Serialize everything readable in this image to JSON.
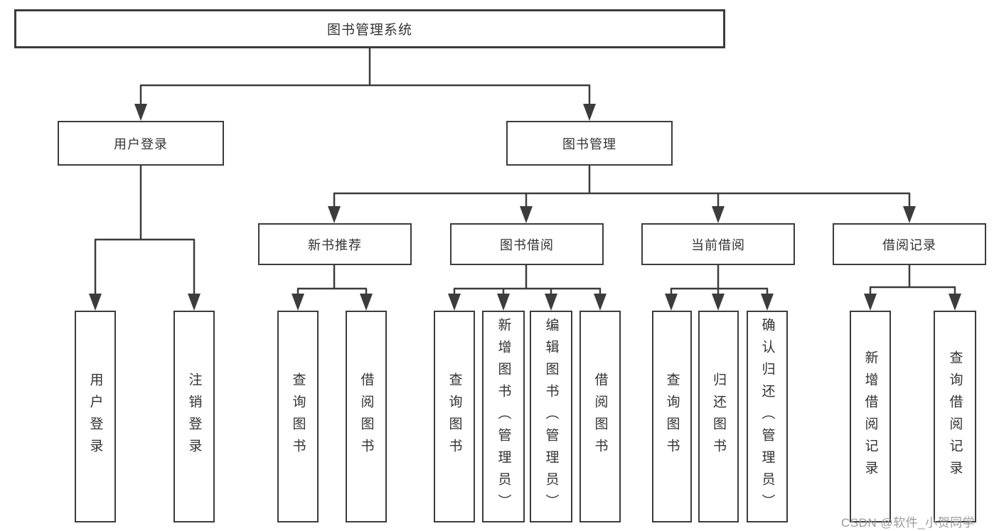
{
  "diagram": {
    "root": "图书管理系统",
    "branches": {
      "user_login": "用户登录",
      "book_management": "图书管理"
    },
    "modules": {
      "new_book_recommend": "新书推荐",
      "book_borrowing": "图书借阅",
      "current_borrowing": "当前借阅",
      "borrowing_records": "借阅记录"
    },
    "leaves": {
      "user_login": "用户登录",
      "logout_login": "注销登录",
      "query_books_recommend": "查询图书",
      "borrow_books_recommend": "借阅图书",
      "query_books_borrow": "查询图书",
      "add_books_admin": "新增图书（管理员）",
      "edit_books_admin": "编辑图书（管理员）",
      "borrow_books_borrow": "借阅图书",
      "query_books_current": "查询图书",
      "return_books": "归还图书",
      "confirm_return_admin": "确认归还（管理员）",
      "add_borrow_record": "新增借阅记录",
      "query_borrow_record": "查询借阅记录"
    }
  },
  "watermark": "CSDN @软件_小贺同学",
  "colors": {
    "line": "#3c3c3c",
    "text": "#333333",
    "watermark": "#9b9b9b",
    "background": "#ffffff"
  }
}
